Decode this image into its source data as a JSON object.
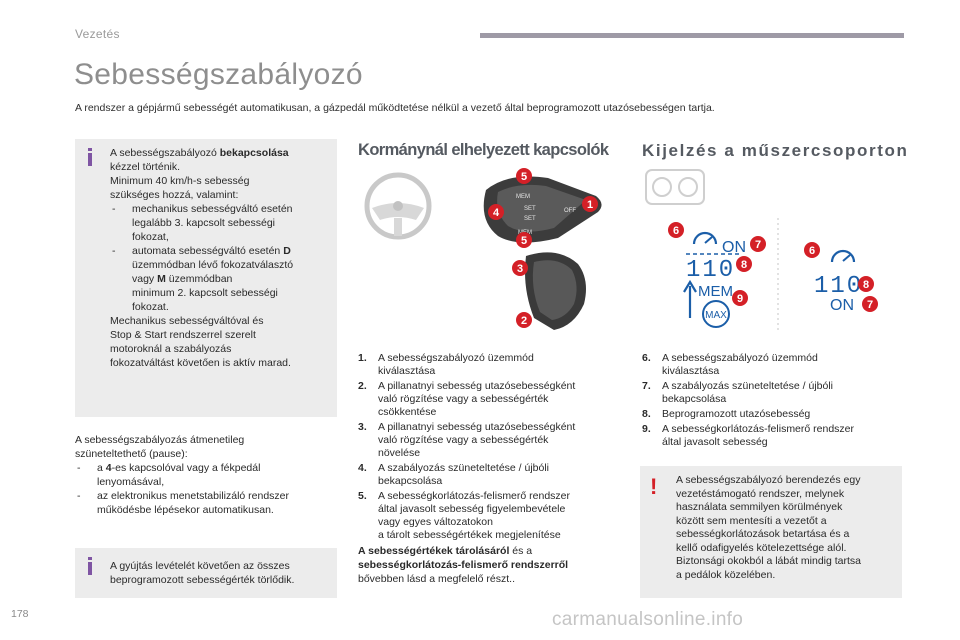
{
  "header": {
    "section": "Vezetés",
    "title": "Sebességszabályozó",
    "intro": "A rendszer a gépjármű sebességét automatikusan, a gázpedál működtetése nélkül a vezető által beprogramozott utazósebességen tartja."
  },
  "activation_box": {
    "line1_pre": "A sebességszabályozó ",
    "line1_bold": "bekapcsolása",
    "line2": "kézzel történik.",
    "line3": "Minimum 40 km/h-s sebesség",
    "line4": "szükséges hozzá, valamint:",
    "items": [
      {
        "dash": "-",
        "lines": [
          "mechanikus sebességváltó esetén",
          "legalább 3. kapcsolt sebességi",
          "fokozat,"
        ]
      },
      {
        "dash": "-",
        "line1_pre": "automata sebességváltó esetén ",
        "line1_bold": "D",
        "line2": "üzemmódban lévő fokozatválasztó",
        "line3_pre": "vagy ",
        "line3_bold": "M",
        "line3_post": " üzemmódban",
        "line4": "minimum 2. kapcsolt sebességi",
        "line5": "fokozat."
      }
    ],
    "tail": [
      "Mechanikus sebességváltóval és",
      "Stop & Start rendszerrel szerelt",
      "motoroknál a szabályozás",
      "fokozatváltást követően is aktív marad."
    ]
  },
  "pause": {
    "line1": "A sebességszabályozás átmenetileg",
    "line2": "szüneteltethető (pause):",
    "items": [
      {
        "dash": "-",
        "line1_pre": "a ",
        "line1_bold": "4",
        "line1_post": "-es kapcsolóval vagy a fékpedál",
        "line2": "lenyomásával,"
      },
      {
        "dash": "-",
        "line1": "az elektronikus menetstabilizáló rendszer",
        "line2": "működésbe lépésekor automatikusan."
      }
    ]
  },
  "memory_box": {
    "line1": "A gyújtás levételét követően az összes",
    "line2": "beprogramozott sebességérték törlődik."
  },
  "steering": {
    "heading": "Kormánynál elhelyezett kapcsolók",
    "items": [
      {
        "num": "1.",
        "lines": [
          "A sebességszabályozó üzemmód",
          "kiválasztása"
        ]
      },
      {
        "num": "2.",
        "lines": [
          "A pillanatnyi sebesség utazósebességként",
          "való rögzítése vagy a sebességérték",
          "csökkentése"
        ]
      },
      {
        "num": "3.",
        "lines": [
          "A pillanatnyi sebesség utazósebességként",
          "való rögzítése vagy a sebességérték",
          "növelése"
        ]
      },
      {
        "num": "4.",
        "lines": [
          "A szabályozás szüneteltetése / újbóli",
          "bekapcsolása"
        ]
      },
      {
        "num": "5.",
        "lines": [
          "A sebességkorlátozás-felismerő rendszer",
          "által javasolt sebesség figyelembevétele",
          "vagy egyes változatokon",
          "a tárolt sebességértékek megjelenítése"
        ]
      }
    ],
    "footer_bold1": "A sebességértékek tárolásáról",
    "footer_mid": " és a",
    "footer_bold2": "sebességkorlátozás-felismerő rendszerről",
    "footer_tail": "bővebben lásd a megfelelő részt..",
    "illus": {
      "stalk_labels": [
        "MEM",
        "SET",
        "SET",
        "MEM",
        "OFF"
      ],
      "markers": [
        "5",
        "4",
        "5",
        "1",
        "3",
        "2"
      ]
    }
  },
  "display": {
    "heading": "Kijelzés a műszercsoporton",
    "items": [
      {
        "num": "6.",
        "lines": [
          "A sebességszabályozó üzemmód",
          "kiválasztása"
        ]
      },
      {
        "num": "7.",
        "lines": [
          "A szabályozás szüneteltetése / újbóli",
          "bekapcsolása"
        ]
      },
      {
        "num": "8.",
        "lines": [
          "Beprogramozott utazósebesség"
        ]
      },
      {
        "num": "9.",
        "lines": [
          "A sebességkorlátozás-felismerő rendszer",
          "által javasolt sebesség"
        ]
      }
    ],
    "illus": {
      "left_on": "ON",
      "left_speed": "110",
      "mem": "MEM",
      "max": "MAX",
      "right_speed": "110",
      "right_on": "ON",
      "markers_left": [
        "6",
        "7",
        "8",
        "9"
      ],
      "markers_right": [
        "6",
        "8",
        "7"
      ]
    }
  },
  "warning_box": {
    "lines": [
      "A sebességszabályozó berendezés egy",
      "vezetéstámogató rendszer, melynek",
      "használata semmilyen körülmények",
      "között sem mentesíti a vezetőt a",
      "sebességkorlátozások betartása és a",
      "kellő odafigyelés kötelezettsége alól.",
      "Biztonsági okokból a lábát mindig tartsa",
      "a pedálok közelében."
    ]
  },
  "footer": {
    "page_number": "178",
    "watermark": "carmanualsonline.info"
  },
  "colors": {
    "accent_purple": "#7f55a3",
    "marker_red": "#d42027",
    "lcd_blue": "#1b5ea8",
    "box_grey": "#ececec"
  }
}
